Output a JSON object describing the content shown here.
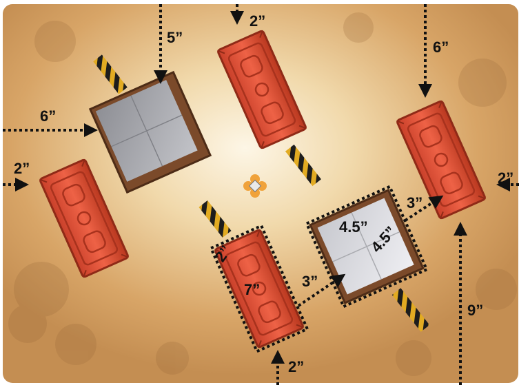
{
  "map": {
    "title": "",
    "colors": {
      "desert": "#d7a668",
      "center_glow": "#fbefd6",
      "container": "#e2533a",
      "container_dark": "#a8321d",
      "bunker_top": "#a7a8ad",
      "bunker_light": "#d9dadf",
      "hazard_yellow": "#e2ab22",
      "arrow": "#111111"
    },
    "labels": {
      "top_left_drop": "5”",
      "top_center_drop": "2”",
      "top_right_drop": "6”",
      "left_upper": "6”",
      "left_lower": "2”",
      "right_edge": "2”",
      "right_gap": "3”",
      "bunker_width": "4.5”",
      "bunker_depth": "4.5”",
      "container_width": "2”",
      "container_length": "7”",
      "center_gap": "3”",
      "bottom_right": "9”",
      "bottom_center": "2”"
    },
    "objective_icon": "objective-marker-icon"
  }
}
